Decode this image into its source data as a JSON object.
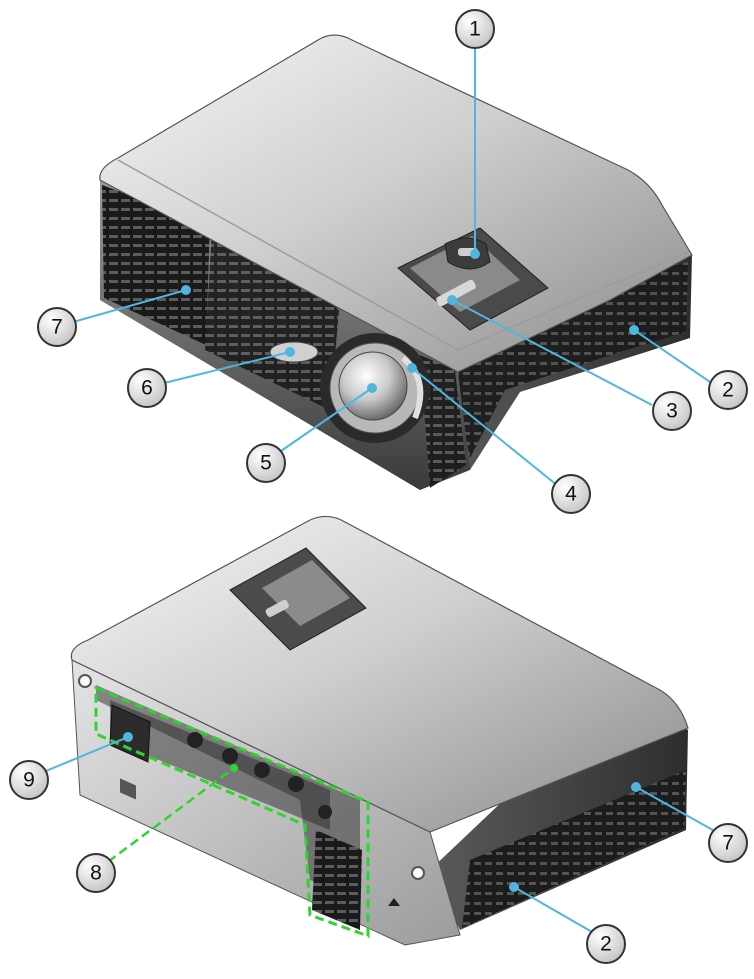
{
  "colors": {
    "leader_line": "#4fb6df",
    "leader_dashed": "#2fd52f",
    "callout_fill": "#d9d9d9",
    "body_light": "#e6e6e6",
    "body_dark": "#6a6a6a"
  },
  "callouts": [
    {
      "id": "c1-top",
      "label": "1"
    },
    {
      "id": "c2-top",
      "label": "2"
    },
    {
      "id": "c3",
      "label": "3"
    },
    {
      "id": "c4",
      "label": "4"
    },
    {
      "id": "c5",
      "label": "5"
    },
    {
      "id": "c6",
      "label": "6"
    },
    {
      "id": "c7-top",
      "label": "7"
    },
    {
      "id": "c9",
      "label": "9"
    },
    {
      "id": "c8",
      "label": "8"
    },
    {
      "id": "c7-bottom",
      "label": "7"
    },
    {
      "id": "c2-bottom",
      "label": "2"
    }
  ]
}
